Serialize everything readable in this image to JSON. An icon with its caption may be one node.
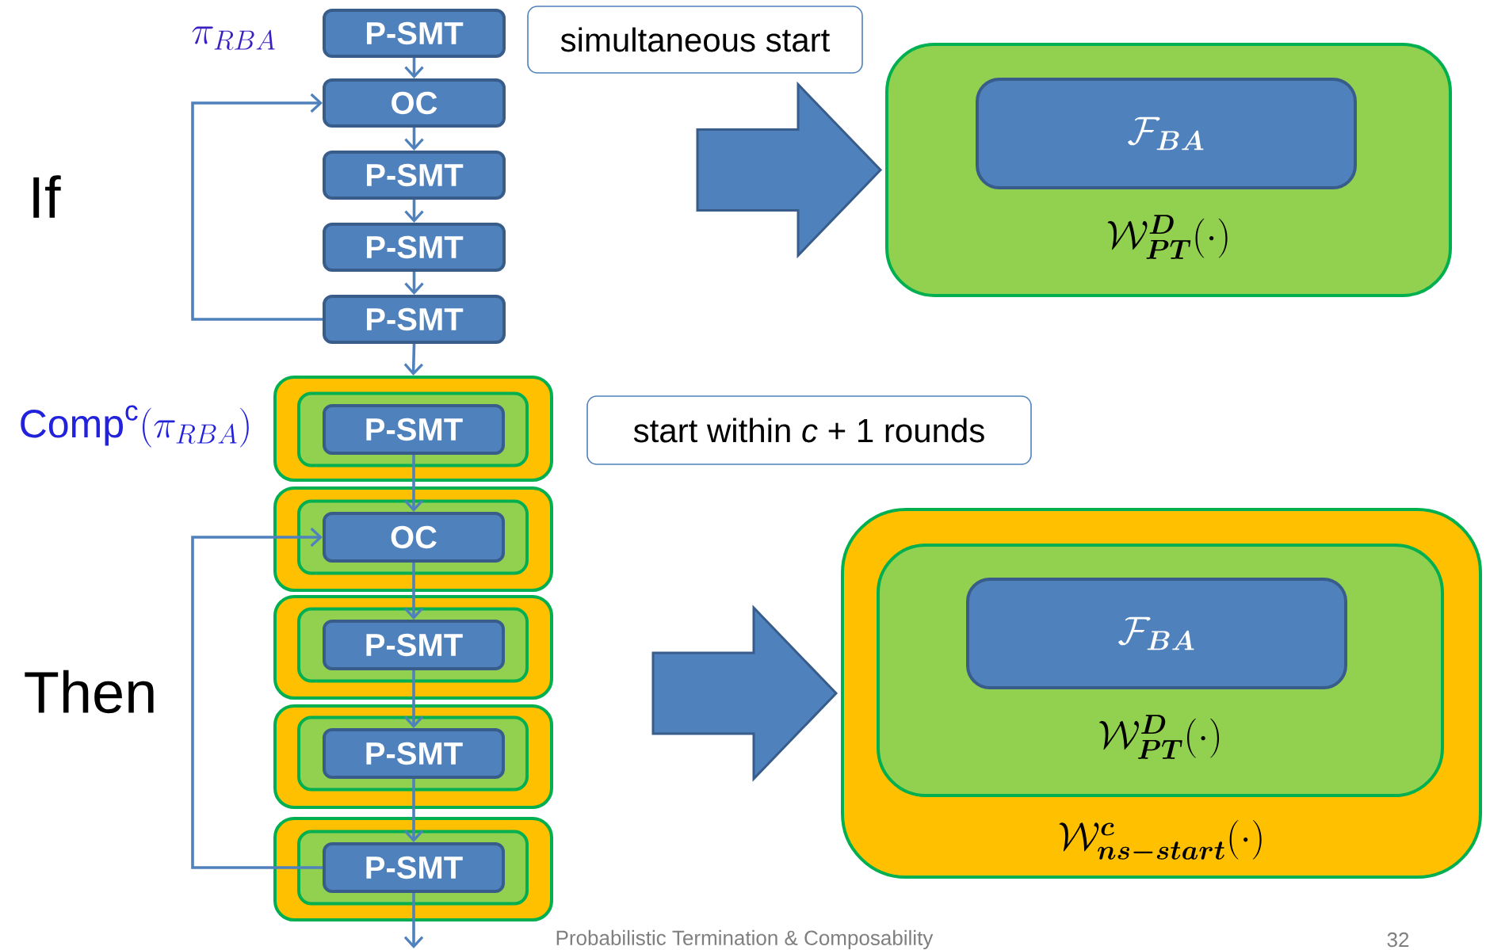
{
  "diagram": {
    "nodes": [
      {
        "text": [
          "P-SMT"
        ]
      },
      {
        "text": [
          "OC"
        ]
      },
      {
        "text": [
          "P-SMT"
        ]
      },
      {
        "text": [
          "P-SMT"
        ]
      },
      {
        "text": [
          "P-SMT"
        ]
      },
      {
        "text": [
          "simultaneous start"
        ]
      },
      {
        "text": [
          "\\mathcal{W}^{\\boldsymbol{D}}_{\\boldsymbol{PT}}(\\cdot)"
        ]
      },
      {
        "text": [
          "\\mathcal{F}_{\\boldsymbol{BA}}"
        ],
        "in": 6
      },
      {
        "text": [],
        "shape": "box"
      },
      {
        "text": [],
        "shape": "box",
        "in": 8
      },
      {
        "text": [
          "P-SMT"
        ],
        "in": 9
      },
      {
        "text": [],
        "shape": "box"
      },
      {
        "text": [],
        "shape": "box",
        "in": 11
      },
      {
        "text": [
          "OC"
        ],
        "in": 12
      },
      {
        "text": [],
        "shape": "box"
      },
      {
        "text": [],
        "shape": "box",
        "in": 14
      },
      {
        "text": [
          "P-SMT"
        ],
        "in": 15
      },
      {
        "text": [],
        "shape": "box"
      },
      {
        "text": [],
        "shape": "box",
        "in": 17
      },
      {
        "text": [
          "P-SMT"
        ],
        "in": 18
      },
      {
        "text": [],
        "shape": "box"
      },
      {
        "text": [],
        "shape": "box",
        "in": 20
      },
      {
        "text": [
          "P-SMT"
        ],
        "in": 21
      },
      {
        "text": [
          "start within *c* + 1 rounds"
        ]
      },
      {
        "text": [
          "\\mathcal{W}^{\\boldsymbol{c}}_{\\boldsymbol{ns-start}}(\\cdot)"
        ]
      },
      {
        "text": [
          "\\mathcal{W}^{\\boldsymbol{D}}_{\\boldsymbol{PT}}(\\cdot)"
        ],
        "in": 24
      },
      {
        "text": [
          "\\mathcal{F}_{\\boldsymbol{BA}}"
        ],
        "in": 25
      }
    ],
    "edges": [
      {
        "from": 0,
        "to": 1,
        "arrow": "to"
      },
      {
        "from": 1,
        "to": 2,
        "arrow": "to"
      },
      {
        "from": 2,
        "to": 3,
        "arrow": "to"
      },
      {
        "from": 3,
        "to": 4,
        "arrow": "to"
      },
      {
        "from": 4,
        "to": 1,
        "arrow": "to"
      },
      {
        "from": 4,
        "to": 8,
        "arrow": "to"
      },
      {
        "from": null,
        "to": 6,
        "arrow": "to",
        "style": "thick"
      },
      {
        "from": 10,
        "to": 13,
        "arrow": "to"
      },
      {
        "from": 13,
        "to": 16,
        "arrow": "to"
      },
      {
        "from": 16,
        "to": 19,
        "arrow": "to"
      },
      {
        "from": 19,
        "to": 22,
        "arrow": "to"
      },
      {
        "from": 22,
        "to": 13,
        "arrow": "to"
      },
      {
        "from": 22,
        "to": null,
        "arrow": "to"
      },
      {
        "from": null,
        "to": 24,
        "arrow": "to",
        "style": "thick"
      }
    ],
    "labels": [
      "\\pi_{RBA}",
      "If",
      "\\mathrm{Comp}^{\\mathrm{c}}(\\pi_{RBA})",
      "Then",
      "Probabilistic Termination & Composability",
      "32"
    ]
  }
}
